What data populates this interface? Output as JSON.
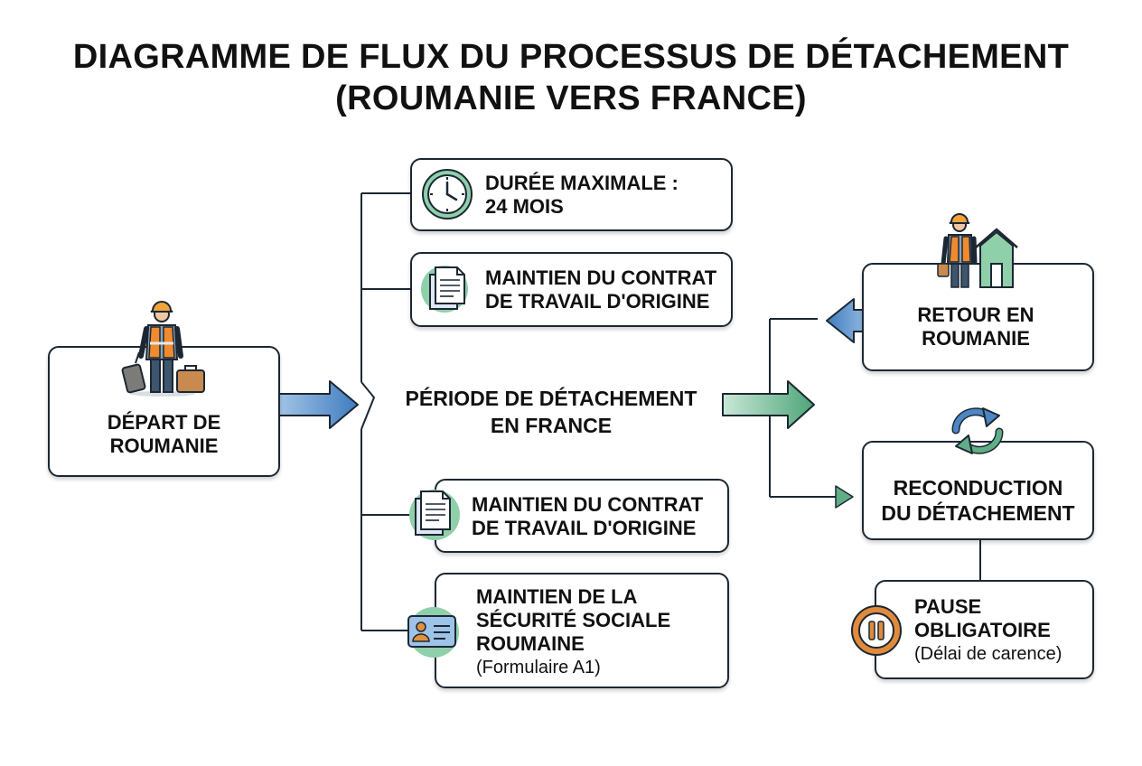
{
  "title": {
    "line1": "DIAGRAMME DE FLUX DU PROCESSUS DE DÉTACHEMENT",
    "line2": "(ROUMANIE VERS FRANCE)"
  },
  "nodes": {
    "depart": {
      "line1": "DÉPART DE",
      "line2": "ROUMANIE",
      "icon": "worker-with-luggage-icon"
    },
    "periode": {
      "line1": "PÉRIODE DE DÉTACHEMENT",
      "line2": "EN FRANCE"
    },
    "duree": {
      "line1": "DURÉE MAXIMALE :",
      "line2": "24 MOIS",
      "icon": "clock-icon"
    },
    "contrat_top": {
      "line1": "MAINTIEN DU CONTRAT",
      "line2": "DE TRAVAIL D'ORIGINE",
      "icon": "document-icon"
    },
    "contrat_bottom": {
      "line1": "MAINTIEN DU CONTRAT",
      "line2": "DE TRAVAIL D'ORIGINE",
      "icon": "document-icon"
    },
    "securite": {
      "line1": "MAINTIEN DE LA",
      "line2": "SÉCURITÉ SOCIALE",
      "line3": "ROUMAINE",
      "note": "(Formulaire A1)",
      "icon": "id-card-icon"
    },
    "retour": {
      "line1": "RETOUR EN",
      "line2": "ROUMANIE",
      "icon": "worker-home-icon"
    },
    "reconduction": {
      "line1": "RECONDUCTION",
      "line2": "DU DÉTACHEMENT",
      "icon": "refresh-icon"
    },
    "pause": {
      "line1": "PAUSE",
      "line2": "OBLIGATOIRE",
      "note": "(Délai de carence)",
      "icon": "pause-icon"
    }
  },
  "colors": {
    "blue_arrow": "#4d86c4",
    "green_arrow": "#5fae86",
    "box_border": "#1c2733",
    "pause_orange": "#e08a3c"
  }
}
